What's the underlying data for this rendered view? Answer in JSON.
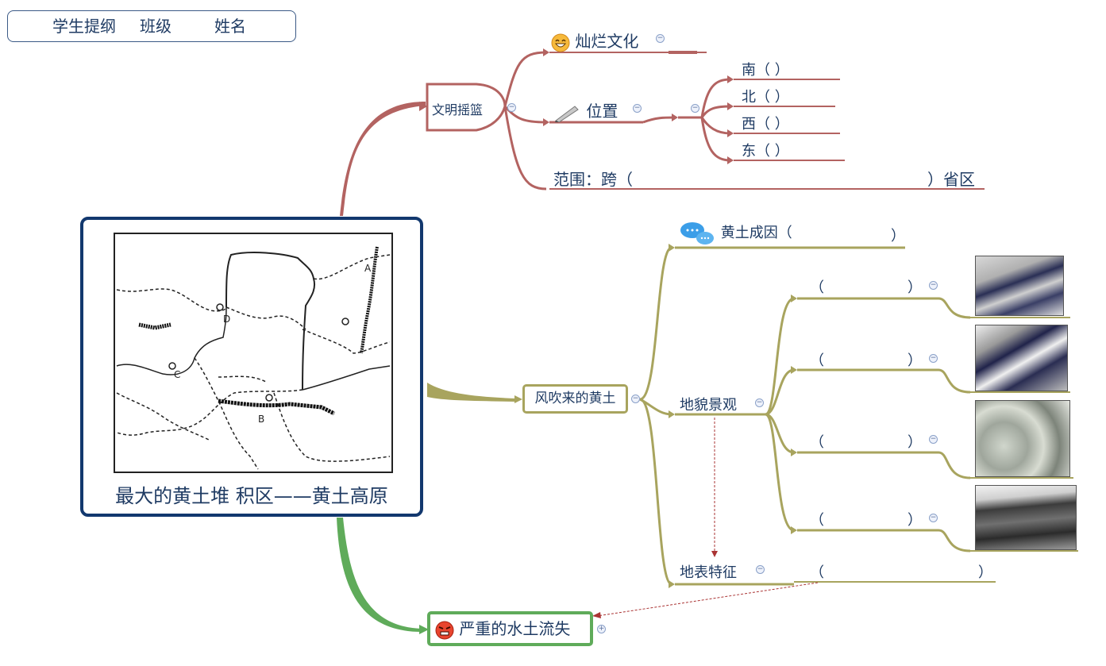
{
  "header": {
    "title": "学生提纲",
    "class_label": "班级",
    "name_label": "姓名"
  },
  "central": {
    "title": "最大的黄土堆 积区——黄土高原",
    "map_labels": [
      "A",
      "B",
      "C",
      "D"
    ]
  },
  "branch_civilization": {
    "label": "文明摇篮",
    "culture": "灿烂文化",
    "position": "位置",
    "directions": [
      "南（         ）",
      "北（         ）",
      "西（         ）",
      "东（         ）"
    ],
    "range": "范围：跨（",
    "range_end": "）省区"
  },
  "branch_wind": {
    "label": "风吹来的黄土",
    "cause": "黄土成因（",
    "cause_end": "）",
    "landform": "地貌景观",
    "surface": "地表特征",
    "blank": "（",
    "blank_end": "）",
    "surface_blank_end": "）"
  },
  "branch_erosion": {
    "label": "严重的水土流失"
  },
  "colors": {
    "red_branch": "#b36361",
    "gold_branch": "#a8a45e",
    "green_branch": "#5fab5a",
    "central_border": "#12386e",
    "text": "#1f3b63"
  },
  "icons": [
    "grin-emoji-icon",
    "pen-icon",
    "chat-bubble-icon",
    "angry-emoji-icon"
  ]
}
